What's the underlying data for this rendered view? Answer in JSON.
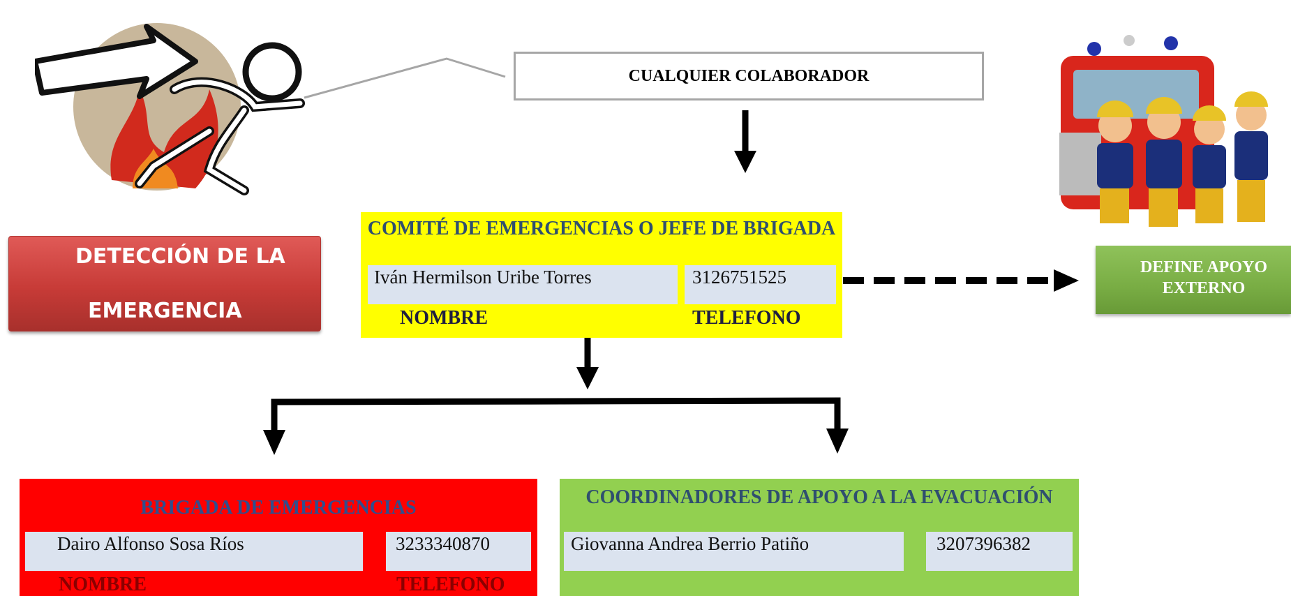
{
  "top_box": {
    "label": "CUALQUIER COLABORADOR"
  },
  "detection": {
    "line1": "DETECCIÓN DE LA",
    "line2": "EMERGENCIA"
  },
  "comite": {
    "title": "COMITÉ DE EMERGENCIAS O JEFE DE BRIGADA",
    "name": "Iván Hermilson Uribe Torres",
    "phone": "3126751525",
    "name_label": "NOMBRE",
    "phone_label": "TELEFONO"
  },
  "apoyo_externo": {
    "label": "DEFINE APOYO EXTERNO"
  },
  "brigada": {
    "title": "BRIGADA DE EMERGENCIAS",
    "name": "Dairo Alfonso Sosa Ríos",
    "phone": "3233340870",
    "name_label": "NOMBRE",
    "phone_label": "TELEFONO"
  },
  "coordinadores": {
    "title": "COORDINADORES DE APOYO A LA EVACUACIÓN",
    "name": "Giovanna Andrea Berrio Patiño",
    "phone": "3207396382"
  },
  "images": {
    "left_icon": "fire-escape-icon",
    "right_picture": "firefighters-fire-truck-illustration"
  },
  "colors": {
    "comite_bg": "#ffff00",
    "brigada_bg": "#ff0000",
    "coordinadores_bg": "#92d050",
    "detection_bg": "#c73b37",
    "apoyo_bg": "#79ad44"
  }
}
